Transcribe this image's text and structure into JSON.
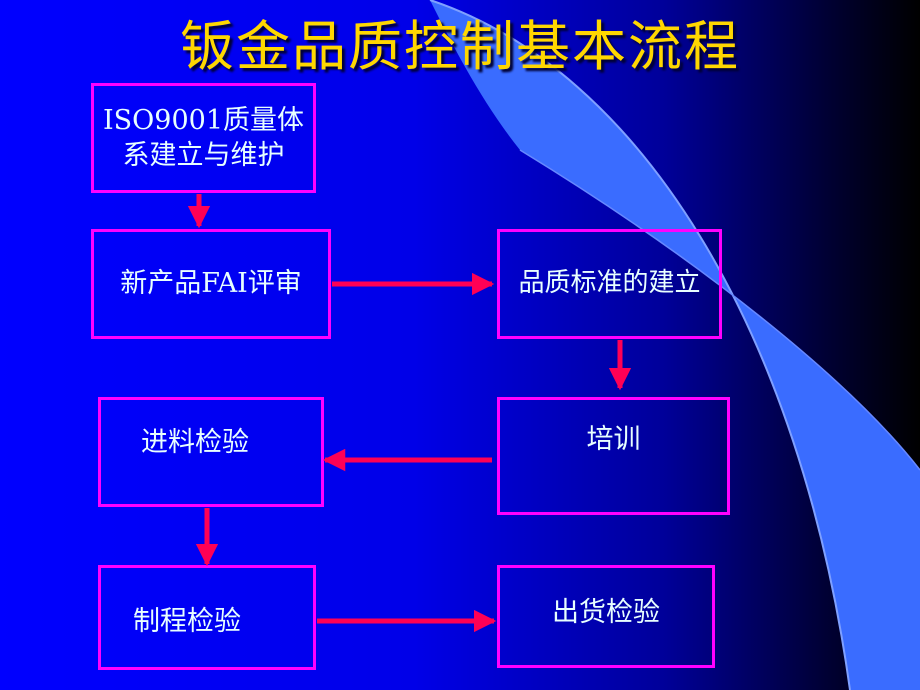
{
  "slide": {
    "title": "钣金品质控制基本流程",
    "colors": {
      "background": "#0000ff",
      "title": "#ffd700",
      "box_border": "#ff00ff",
      "arrow": "#ff0055",
      "text": "#e8ffff"
    }
  },
  "flow": {
    "iso": "ISO9001质量体系建立与维护",
    "fai": "新产品FAI评审",
    "standard": "品质标准的建立",
    "training": "培训",
    "incoming": "进料检验",
    "process": "制程检验",
    "outgoing": "出货检验"
  }
}
